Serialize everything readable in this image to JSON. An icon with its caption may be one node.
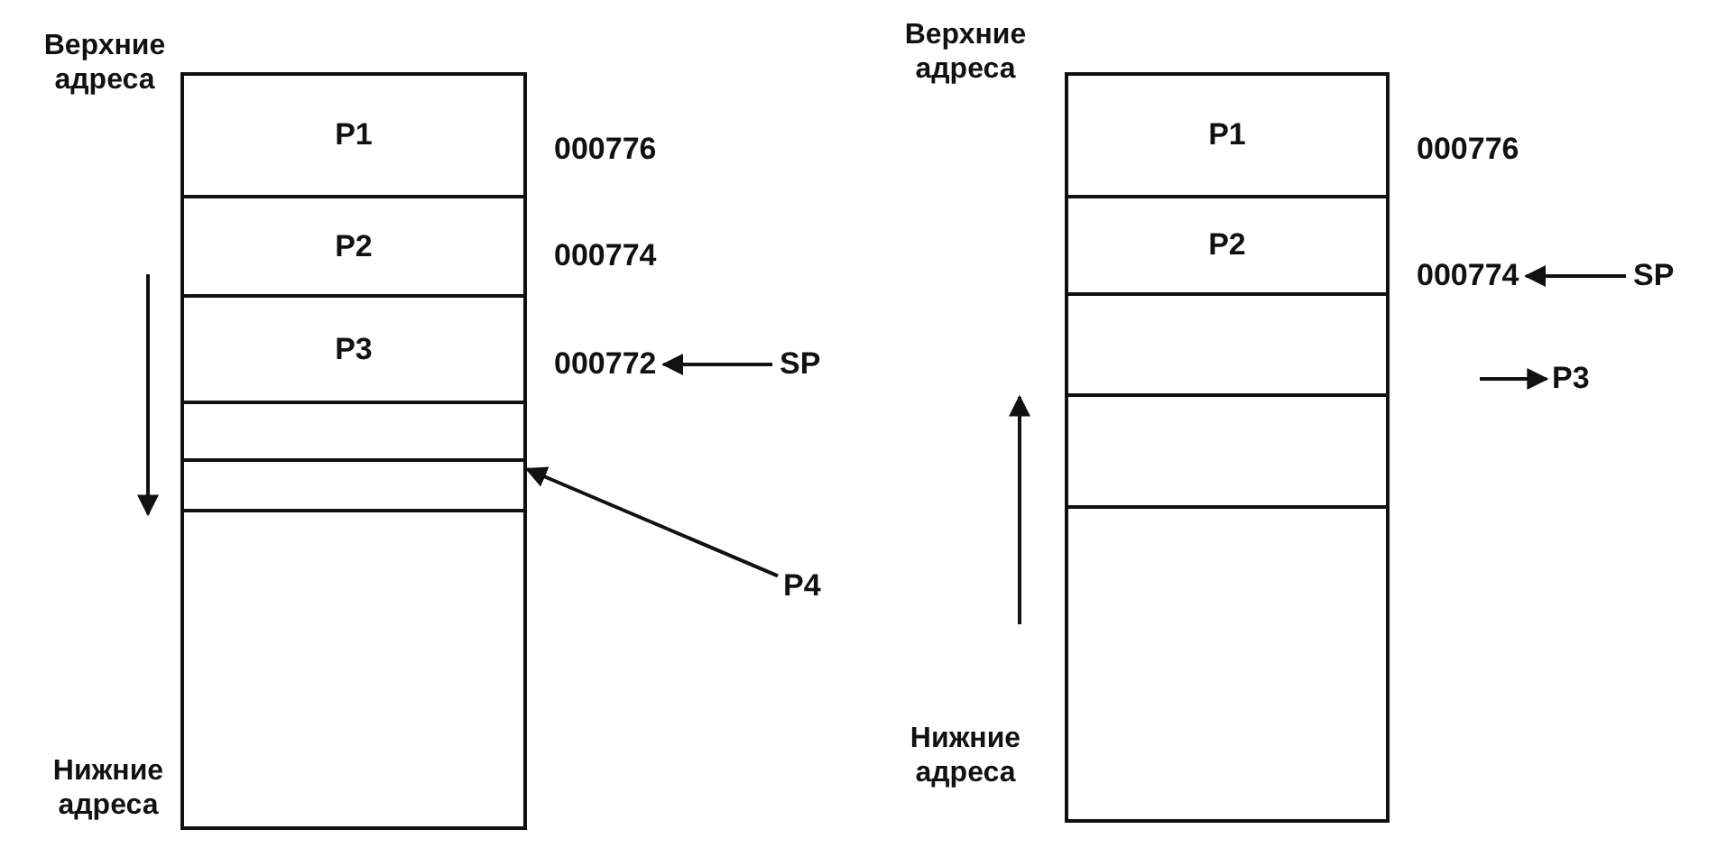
{
  "diagram": {
    "nodes": [
      {
        "text": [
          "P1"
        ]
      },
      {
        "text": [
          "P2"
        ]
      },
      {
        "text": [
          "P3"
        ]
      },
      {
        "text": [],
        "shape": "box"
      },
      {
        "text": [],
        "shape": "box"
      },
      {
        "text": [],
        "shape": "box"
      },
      {
        "text": [
          "P1"
        ]
      },
      {
        "text": [
          "P2"
        ]
      },
      {
        "text": [],
        "shape": "box"
      },
      {
        "text": [],
        "shape": "box"
      },
      {
        "text": [],
        "shape": "box"
      },
      {
        "text": [
          "000772"
        ]
      },
      {
        "text": [
          "SP"
        ]
      },
      {
        "text": [
          "P4"
        ]
      },
      {
        "text": [
          "000774"
        ]
      },
      {
        "text": [
          "SP"
        ]
      },
      {
        "text": [
          "P3"
        ]
      }
    ],
    "edges": [
      {
        "from": 12,
        "to": 11,
        "arrow": "to"
      },
      {
        "from": 13,
        "to": 3,
        "arrow": "to"
      },
      {
        "from": 15,
        "to": 14,
        "arrow": "to"
      },
      {
        "from": null,
        "to": 16,
        "arrow": "to"
      }
    ],
    "labels": [
      "Верхние адреса",
      "000776",
      "000774",
      "Нижние адреса",
      "Верхние адреса",
      "000776",
      "Нижние адреса"
    ]
  }
}
